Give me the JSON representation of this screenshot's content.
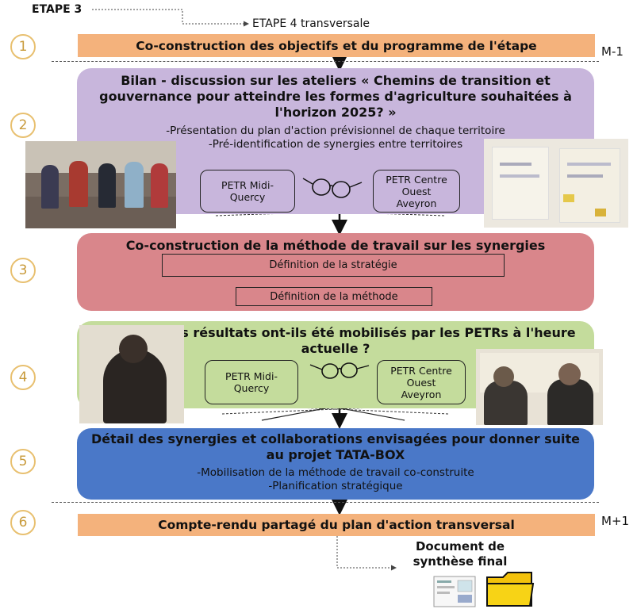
{
  "header": {
    "etape3": "ETAPE 3",
    "etape4": "ETAPE 4 transversale"
  },
  "steps": {
    "s1": {
      "num": "1",
      "label": "Co-construction des objectifs et du programme de l'étape",
      "marker": "M-1"
    },
    "s2": {
      "num": "2",
      "title_line1": "Bilan - discussion sur les ateliers « Chemins de transition et",
      "title_line2": "gouvernance pour atteindre les formes d'agriculture souhaitées à",
      "title_line3": "l'horizon 2025? »",
      "bullet1": "-Présentation du plan d'action prévisionnel de chaque territoire",
      "bullet2": "-Pré-identification de synergies entre territoires",
      "petr_left": "PETR Midi-\nQuercy",
      "petr_right": "PETR Centre\nOuest\nAveyron"
    },
    "s3": {
      "num": "3",
      "title": "Co-construction de la méthode de travail sur les synergies",
      "strategy": "Définition de la stratégie",
      "method": "Définition de la méthode"
    },
    "s4": {
      "num": "4",
      "title_line1": "Comment les résultats ont-ils été mobilisés par les PETRs à l'heure",
      "title_line2": "actuelle ?",
      "petr_left": "PETR Midi-\nQuercy",
      "petr_right": "PETR Centre\nOuest\nAveyron"
    },
    "s5": {
      "num": "5",
      "title_line1": "Détail des synergies et collaborations envisagées pour donner suite",
      "title_line2": "au projet TATA-BOX",
      "bullet1": "-Mobilisation de la méthode de travail co-construite",
      "bullet2": "-Planification stratégique"
    },
    "s6": {
      "num": "6",
      "label": "Compte-rendu partagé du plan d'action transversal",
      "marker": "M+1"
    }
  },
  "final_doc": {
    "line1": "Document de",
    "line2": "synthèse final"
  },
  "colors": {
    "orange": "#f4b27c",
    "purple": "#c8b6dc",
    "red": "#d9868b",
    "green": "#c4dc9c",
    "blue": "#4a78c8",
    "circle": "#e8c070"
  },
  "icons": [
    "glasses-icon",
    "document-icon",
    "folder-icon"
  ]
}
